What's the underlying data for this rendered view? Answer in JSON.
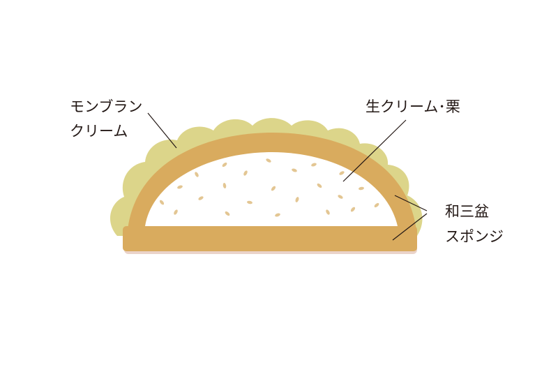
{
  "labels": {
    "montblanc_line1": "モンブラン",
    "montblanc_line2": "クリーム",
    "fresh_cream": "生クリーム･栗",
    "wasanbon_line1": "和三盆",
    "wasanbon_line2": "スポンジ"
  },
  "colors": {
    "montblanc_cream": "#dcd58a",
    "sponge": "#d9ab5e",
    "fresh_cream": "#ffffff",
    "chestnut_bits": "#e3c693",
    "shadow": "#ead3c9",
    "line": "#231815"
  }
}
